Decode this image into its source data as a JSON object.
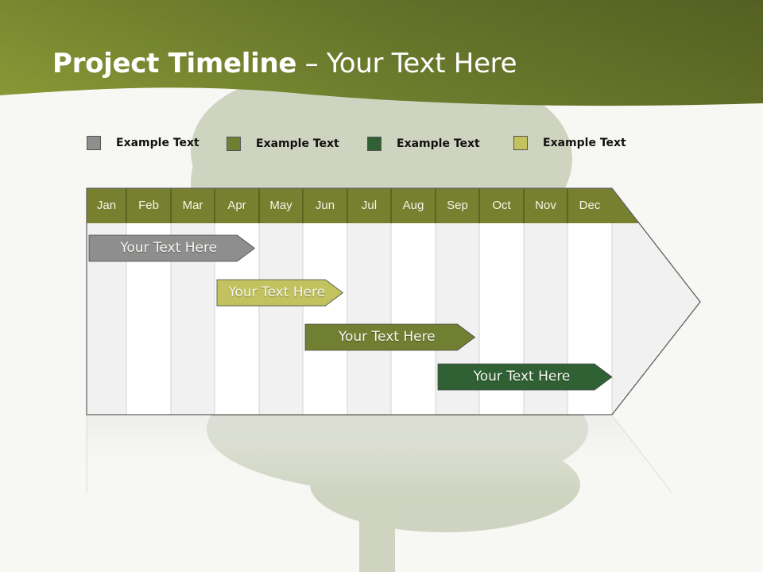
{
  "slide": {
    "title_bold": "Project Timeline",
    "title_rest": " – Your Text Here"
  },
  "colors": {
    "header_green": "#6b7a2a",
    "month_header": "#77802f",
    "gray": "#8e8e8e",
    "olive": "#717f32",
    "dark_green": "#2f6134",
    "light_olive": "#c2c35f"
  },
  "legend": [
    {
      "label": "Example Text",
      "color": "#8e8e8e"
    },
    {
      "label": "Example Text",
      "color": "#717f32"
    },
    {
      "label": "Example Text",
      "color": "#2f6134"
    },
    {
      "label": "Example Text",
      "color": "#c2c35f"
    }
  ],
  "months": [
    "Jan",
    "Feb",
    "Mar",
    "Apr",
    "May",
    "Jun",
    "Jul",
    "Aug",
    "Sep",
    "Oct",
    "Nov",
    "Dec"
  ],
  "bars": [
    {
      "label": "Your  Text Here",
      "color": "#8e8e8e",
      "start_month": "Jan",
      "end_month": "Apr"
    },
    {
      "label": "Your  Text Here",
      "color": "#c2c35f",
      "start_month": "Apr",
      "end_month": "Jun"
    },
    {
      "label": "Your  Text Here",
      "color": "#717f32",
      "start_month": "Jun",
      "end_month": "Sep"
    },
    {
      "label": "Your  Text Here",
      "color": "#2f6134",
      "start_month": "Sep",
      "end_month": "Dec"
    }
  ]
}
